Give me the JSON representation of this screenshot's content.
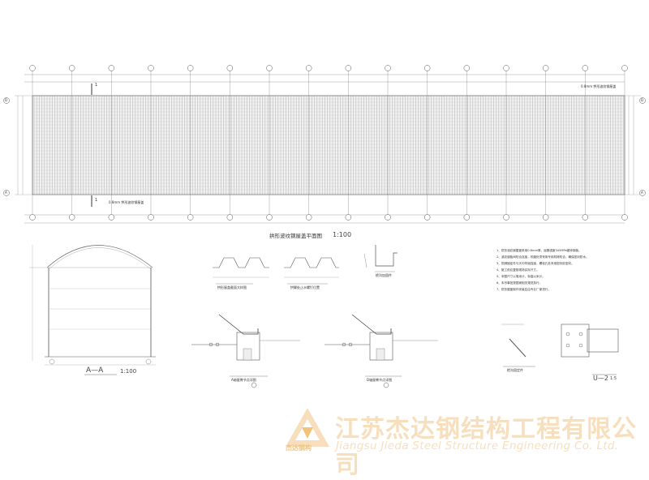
{
  "drawing": {
    "roof_plan_title": "拱形波纹钢屋盖平面图",
    "roof_plan_scale": "1:100",
    "roof_label_top": "0.8mm 拱形波纹钢屋盖",
    "roof_label_bottom": "0.8mm 拱形波纹钢屋盖",
    "section_marker": "1",
    "section_aa_title": "A—A",
    "section_aa_scale": "1:100",
    "detail_1_caption": "拱形屋盖截面大样图",
    "detail_2_caption": "拱脚处止水螺钉位置",
    "detail_3_caption": "檐沟加固件",
    "detail_4_caption": "A轴屋脊节点详图",
    "detail_5_caption": "D轴屋脊节点详图",
    "detail_6_caption": "檐沟固定件",
    "detail_u2_title": "U—2",
    "detail_u2_scale": "1:5",
    "grid_letters_left": [
      "D",
      "A"
    ],
    "grid_letters_right": [
      "D",
      "A"
    ],
    "notes": [
      "1、拱形波纹钢屋盖采用0.8mm厚，屈服强度345MPa镀锌钢板。",
      "2、波纹钢板间咬合连接，咬缝处须采用专用机械咬合，确保密封防水。",
      "3、拱脚固定件与天沟牢固连接，螺栓孔处采用密封胶密封。",
      "4、施工前应复核现场实际尺寸。",
      "5、本图尺寸以毫米计，标高以米计。",
      "6、未尽事宜按国家相关规范执行。",
      "7、拱形屋盖制作安装应由专业厂家进行。"
    ]
  },
  "company": {
    "name_cn": "江苏杰达钢结构工程有限公司",
    "name_en": "Jiangsu Jieda Steel Structure Engineering Co. Ltd.",
    "logo_text": "杰达钢构",
    "accent_color": "#f7dfbe",
    "logo_color": "#f2c27a"
  }
}
